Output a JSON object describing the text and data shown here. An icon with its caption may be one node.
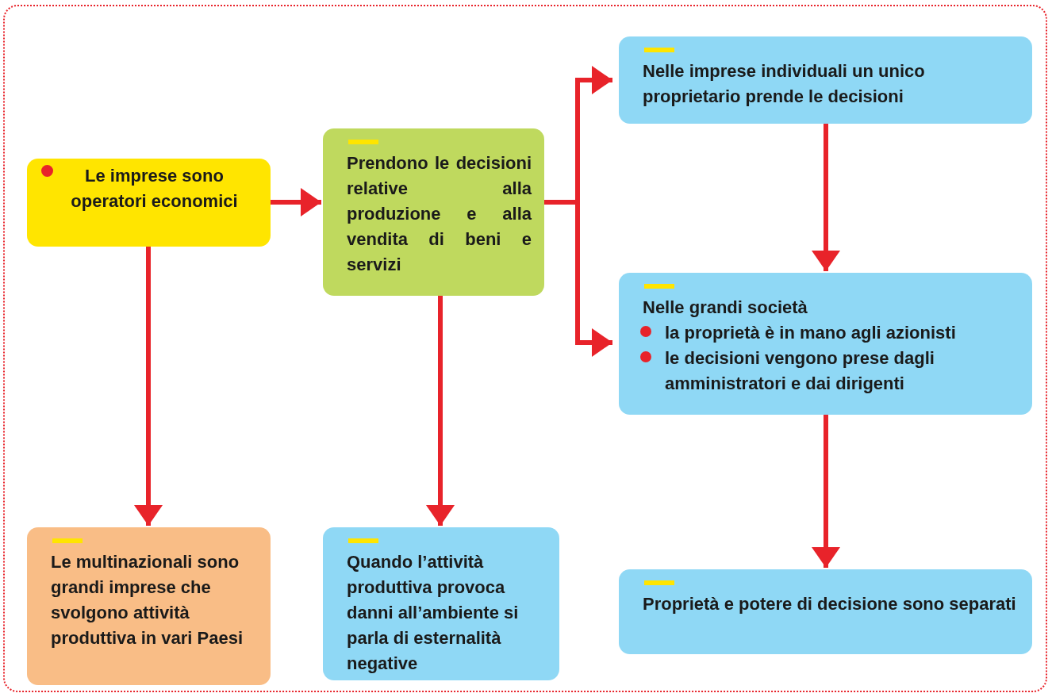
{
  "diagram": {
    "nodes": [
      {
        "text": [
          "Le imprese sono operatori economici"
        ]
      },
      {
        "text": [
          "Prendono le decisioni relative alla produzione e alla vendita di beni e servizi"
        ]
      },
      {
        "text": [
          "Nelle imprese individuali un unico proprietario prende le decisioni"
        ]
      },
      {
        "text": [
          "Nelle grandi società",
          "la proprietà è in mano agli azionisti",
          "le decisioni vengono prese dagli amministratori e dai dirigenti"
        ]
      },
      {
        "text": [
          "Le multinazionali sono grandi imprese che svolgono attività produttiva in vari Paesi"
        ]
      },
      {
        "text": [
          "Quando l’attività produttiva provoca danni all’ambiente si parla di esternalità negative"
        ]
      },
      {
        "text": [
          "Proprietà e potere di decisione sono separati"
        ]
      }
    ],
    "edges": [
      {
        "from": 0,
        "to": 1,
        "arrow": "to"
      },
      {
        "from": 0,
        "to": 4,
        "arrow": "to"
      },
      {
        "from": 1,
        "to": 2,
        "arrow": "to"
      },
      {
        "from": 1,
        "to": 3,
        "arrow": "to"
      },
      {
        "from": 1,
        "to": 5,
        "arrow": "to"
      },
      {
        "from": 2,
        "to": 3,
        "arrow": "to"
      },
      {
        "from": 3,
        "to": 6,
        "arrow": "to"
      }
    ]
  }
}
